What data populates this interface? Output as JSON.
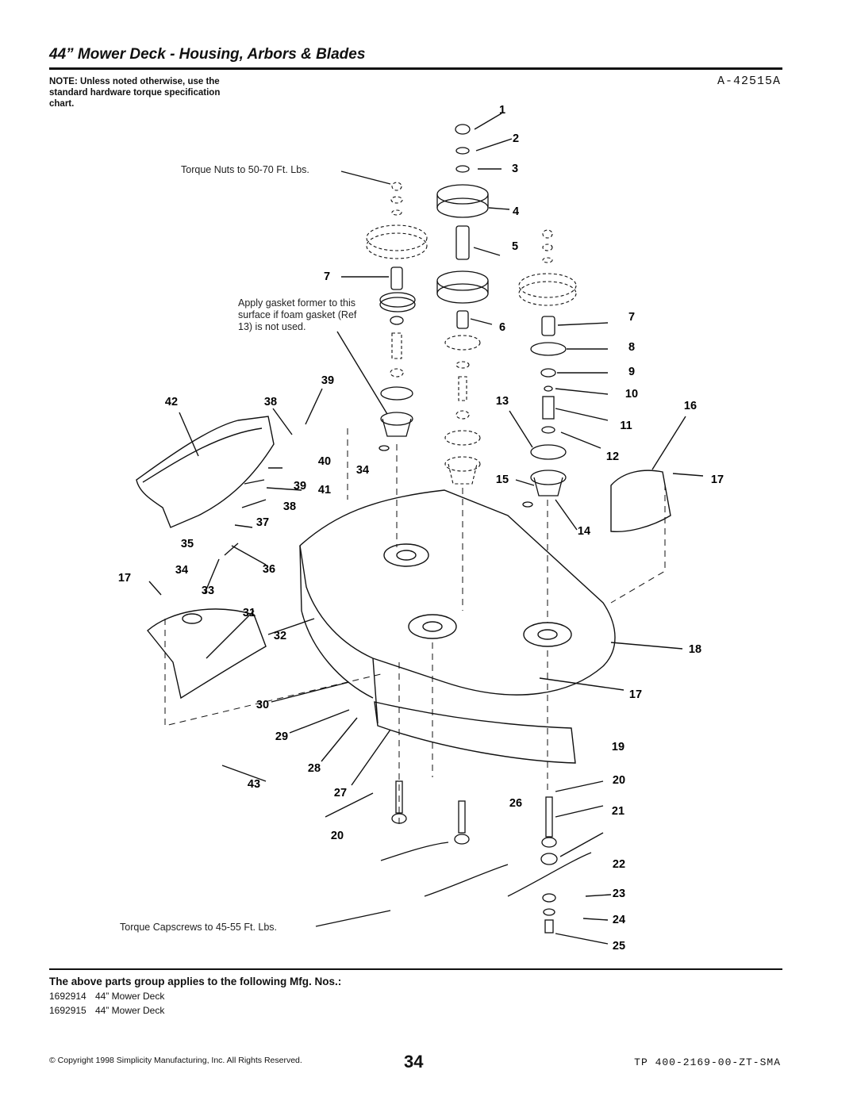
{
  "header": {
    "title": "44” Mower Deck - Housing, Arbors & Blades",
    "drawing_id": "A-42515A",
    "note": "NOTE: Unless noted otherwise, use the standard hardware torque specification chart."
  },
  "callouts": {
    "torque_nuts": "Torque Nuts to 50-70 Ft. Lbs.",
    "gasket": "Apply gasket former to this surface if foam gasket (Ref 13) is not used.",
    "torque_capscrews": "Torque Capscrews to 45-55 Ft. Lbs."
  },
  "reference_numbers": [
    "1",
    "2",
    "3",
    "4",
    "5",
    "6",
    "7",
    "7",
    "8",
    "9",
    "10",
    "11",
    "12",
    "13",
    "14",
    "15",
    "16",
    "17",
    "17",
    "17",
    "18",
    "19",
    "20",
    "20",
    "21",
    "22",
    "23",
    "24",
    "25",
    "26",
    "27",
    "28",
    "29",
    "30",
    "31",
    "32",
    "33",
    "34",
    "34",
    "35",
    "36",
    "37",
    "38",
    "38",
    "39",
    "39",
    "40",
    "41",
    "42",
    "43"
  ],
  "applies": {
    "heading": "The above parts group applies to the following Mfg. Nos.:",
    "models": [
      {
        "mfg_no": "1692914",
        "description": "44” Mower Deck"
      },
      {
        "mfg_no": "1692915",
        "description": "44” Mower Deck"
      }
    ]
  },
  "footer": {
    "copyright": "© Copyright 1998 Simplicity Manufacturing, Inc. All Rights Reserved.",
    "page_number": "34",
    "doc_id": "TP 400-2169-00-ZT-SMA"
  }
}
